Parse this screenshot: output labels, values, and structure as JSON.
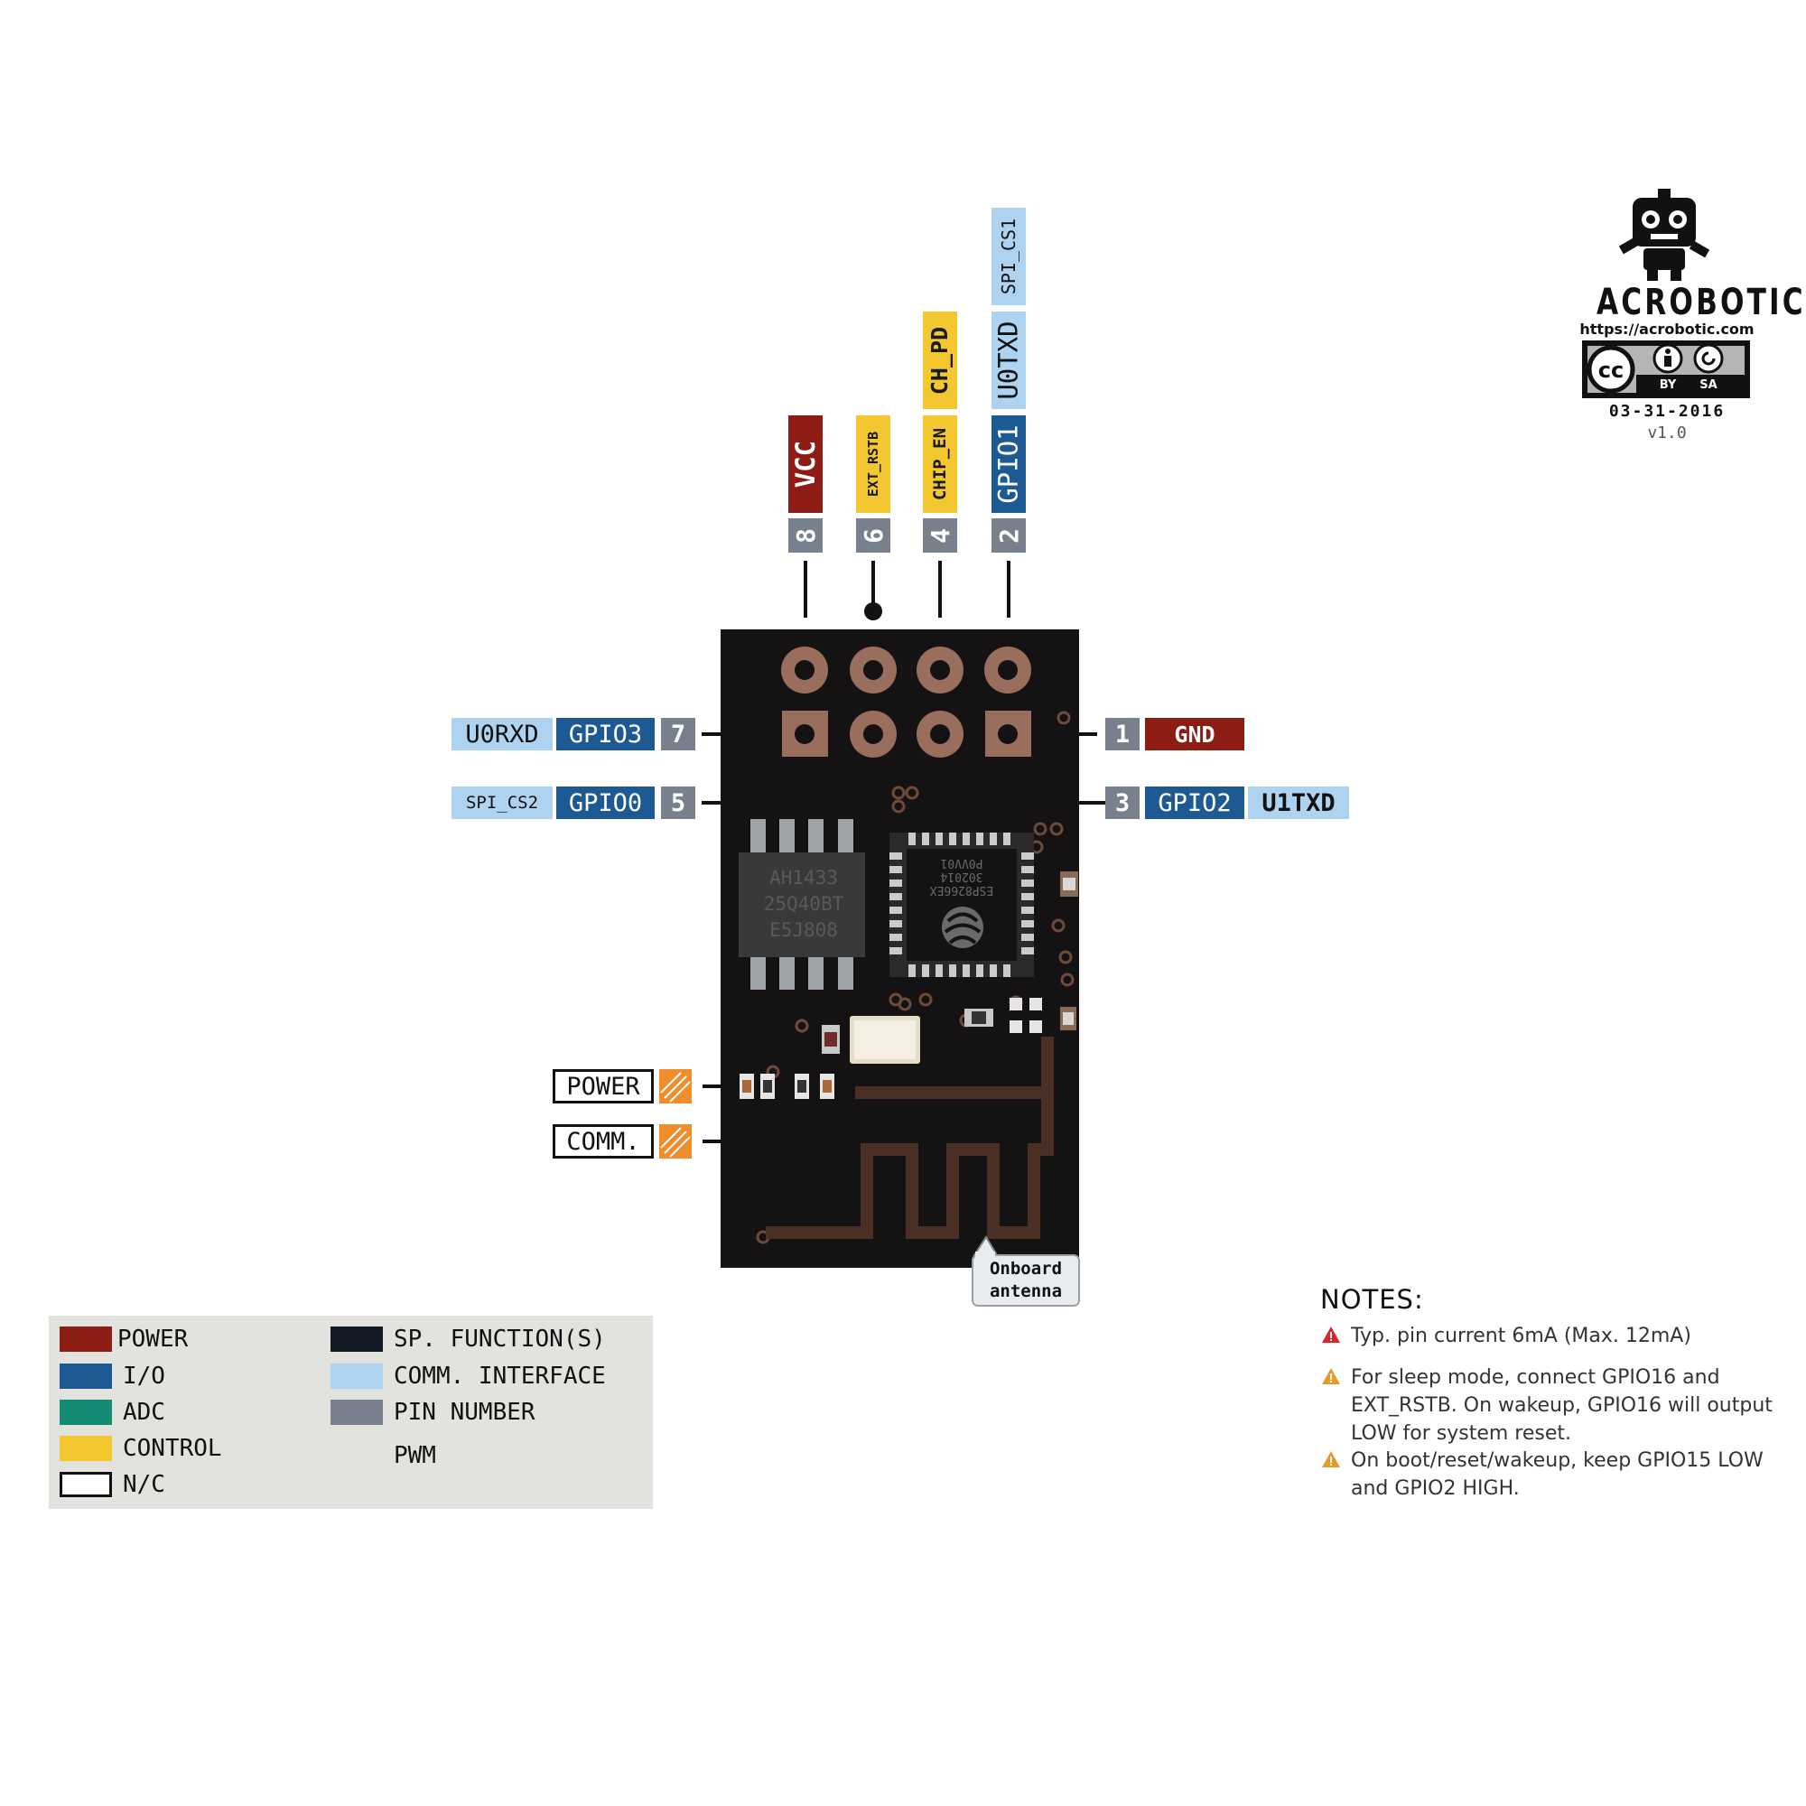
{
  "top_pins": [
    {
      "number": "8",
      "labels": [
        {
          "text": "VCC",
          "kind": "power"
        }
      ]
    },
    {
      "number": "6",
      "labels": [
        {
          "text": "EXT_RSTB",
          "kind": "control"
        }
      ]
    },
    {
      "number": "4",
      "labels": [
        {
          "text": "CHIP_EN",
          "kind": "control"
        },
        {
          "text": "CH_PD",
          "kind": "control"
        }
      ]
    },
    {
      "number": "2",
      "labels": [
        {
          "text": "GPIO1",
          "kind": "io"
        },
        {
          "text": "U0TXD",
          "kind": "comm"
        },
        {
          "text": "SPI_CS1",
          "kind": "comm"
        }
      ]
    }
  ],
  "left_pins": [
    {
      "number": "7",
      "labels": [
        {
          "text": "U0RXD",
          "kind": "comm"
        },
        {
          "text": "GPIO3",
          "kind": "io"
        }
      ]
    },
    {
      "number": "5",
      "labels": [
        {
          "text": "SPI_CS2",
          "kind": "comm"
        },
        {
          "text": "GPIO0",
          "kind": "io"
        }
      ]
    }
  ],
  "right_pins": [
    {
      "number": "1",
      "labels": [
        {
          "text": "GND",
          "kind": "power"
        }
      ]
    },
    {
      "number": "3",
      "labels": [
        {
          "text": "GPIO2",
          "kind": "io"
        },
        {
          "text": "U1TXD",
          "kind": "comm"
        }
      ]
    }
  ],
  "leds": [
    {
      "label": "POWER"
    },
    {
      "label": "COMM."
    }
  ],
  "chips": {
    "flash": [
      "AH1433",
      "25Q40BT",
      "E5J808"
    ],
    "soc": [
      "ESP8266EX",
      "302014",
      "P0VV01"
    ]
  },
  "antenna_label": [
    "Onboard",
    "antenna"
  ],
  "legend": [
    {
      "label": "POWER",
      "color": "#8c1c14"
    },
    {
      "label": "I/O",
      "color": "#1d5a94"
    },
    {
      "label": "ADC",
      "color": "#138a72"
    },
    {
      "label": "CONTROL",
      "color": "#f3c730"
    },
    {
      "label": "N/C",
      "color": "#ffffff"
    },
    {
      "label": "SP. FUNCTION(S)",
      "color": "#111a22"
    },
    {
      "label": "COMM. INTERFACE",
      "color": "#aed3f0"
    },
    {
      "label": "PIN NUMBER",
      "color": "#77808c"
    },
    {
      "label": "PWM",
      "color": ""
    }
  ],
  "notes": {
    "title": "NOTES:",
    "items": [
      {
        "text": "Typ. pin current 6mA (Max. 12mA)",
        "level": "danger",
        "color": "#d9252a"
      },
      {
        "text": "For sleep mode, connect GPIO16 and EXT_RSTB. On wakeup, GPIO16 will output LOW for system reset.",
        "level": "warning",
        "color": "#e59b2a"
      },
      {
        "text": "On boot/reset/wakeup, keep GPIO15 LOW and GPIO2 HIGH.",
        "level": "warning",
        "color": "#e59b2a"
      }
    ]
  },
  "branding": {
    "name": "ACROBOTIC",
    "url": "https://acrobotic.com",
    "license": [
      "BY",
      "SA"
    ],
    "date": "03-31-2016",
    "version": "v1.0"
  }
}
